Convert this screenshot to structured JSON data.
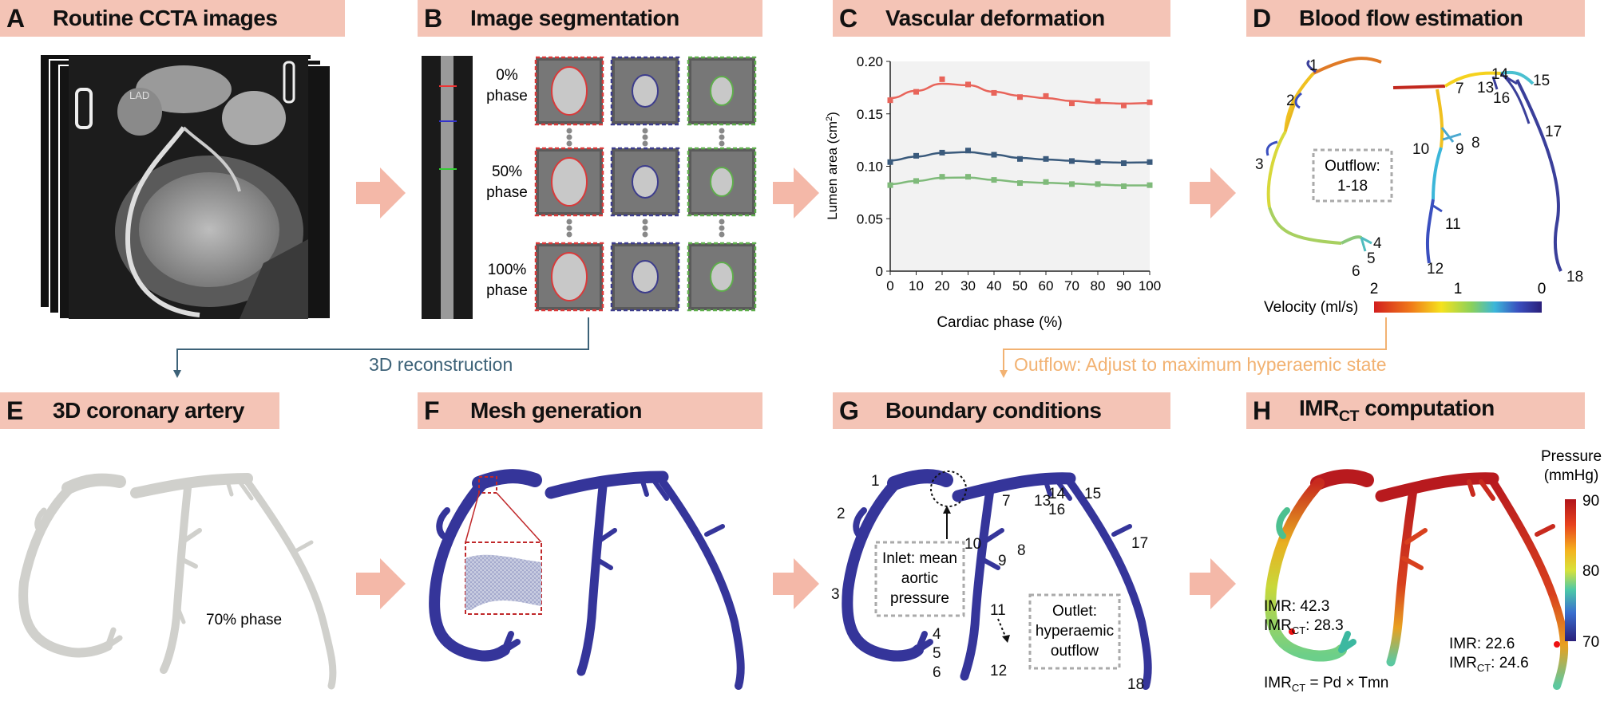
{
  "panels": {
    "A": {
      "letter": "A",
      "title": "Routine CCTA images",
      "lad": "LAD"
    },
    "B": {
      "letter": "B",
      "title": "Image segmentation",
      "phases": [
        "0%\nphase",
        "50%\nphase",
        "100%\nphase"
      ],
      "phase_lines": [
        [
          "0%",
          "phase"
        ],
        [
          "50%",
          "phase"
        ],
        [
          "100%",
          "phase"
        ]
      ]
    },
    "C": {
      "letter": "C",
      "title": "Vascular deformation"
    },
    "D": {
      "letter": "D",
      "title": "Blood flow estimation",
      "outflow_box": [
        "Outflow:",
        "1-18"
      ],
      "velocity_label": "Velocity (ml/s)",
      "velocity_ticks": [
        "2",
        "1",
        "0"
      ],
      "segments_left": [
        "1",
        "2",
        "3",
        "4",
        "5",
        "6"
      ],
      "segments_right": [
        "7",
        "8",
        "9",
        "10",
        "11",
        "12",
        "13",
        "14",
        "15",
        "16",
        "17",
        "18"
      ]
    },
    "E": {
      "letter": "E",
      "title": "3D coronary artery",
      "phase_label": "70% phase"
    },
    "F": {
      "letter": "F",
      "title": "Mesh generation"
    },
    "G": {
      "letter": "G",
      "title": "Boundary conditions",
      "inlet_box": [
        "Inlet: mean",
        "aortic",
        "pressure"
      ],
      "outlet_box": [
        "Outlet:",
        "hyperaemic",
        "outflow"
      ]
    },
    "H": {
      "letter": "H",
      "title_main": "IMR",
      "title_sub": "CT",
      "title_rest": " computation",
      "pressure_label": [
        "Pressure",
        "(mmHg)"
      ],
      "pressure_ticks": [
        "90",
        "80",
        "70"
      ],
      "left_imr": "IMR: 42.3",
      "left_imrct_main": "IMR",
      "left_imrct_sub": "CT",
      "left_imrct_val": ": 28.3",
      "right_imr": "IMR: 22.6",
      "right_imrct_main": "IMR",
      "right_imrct_sub": "CT",
      "right_imrct_val": ": 24.6",
      "formula_main": "IMR",
      "formula_sub": "CT",
      "formula_rest": " = Pd × Tmn"
    }
  },
  "connectors": {
    "reconstruction": "3D reconstruction",
    "outflow_adjust": "Outflow: Adjust to maximum hyperaemic state"
  },
  "colors": {
    "header_bg": "#f4c4b6",
    "arrow": "#f4b8a8",
    "red": "#e8534a",
    "blue": "#3a5a7c",
    "green": "#7fba7a",
    "mesh_blue": "#35359a",
    "seg_red": "#d93a3a",
    "seg_blue": "#3d3d8c",
    "seg_green": "#5fae4c",
    "teal_line": "#3d6278",
    "orange_line": "#f2b272"
  },
  "chart_data": {
    "type": "line",
    "title": "",
    "xlabel": "Cardiac phase (%)",
    "ylabel": "Lumen area (cm²)",
    "xlim": [
      0,
      100
    ],
    "ylim": [
      0,
      0.2
    ],
    "x_ticks": [
      "0",
      "10",
      "20",
      "30",
      "40",
      "50",
      "60",
      "70",
      "80",
      "90",
      "100"
    ],
    "y_ticks": [
      "0",
      "0.05",
      "0.10",
      "0.15",
      "0.20"
    ],
    "grid": false,
    "x": [
      0,
      10,
      20,
      30,
      40,
      50,
      60,
      70,
      80,
      90,
      100
    ],
    "series": [
      {
        "color": "#e8645a",
        "values": [
          0.163,
          0.171,
          0.183,
          0.178,
          0.17,
          0.166,
          0.167,
          0.16,
          0.162,
          0.158,
          0.161
        ]
      },
      {
        "color": "#3a5a7c",
        "values": [
          0.104,
          0.11,
          0.113,
          0.115,
          0.111,
          0.107,
          0.107,
          0.105,
          0.104,
          0.103,
          0.104
        ]
      },
      {
        "color": "#7fba7a",
        "values": [
          0.082,
          0.086,
          0.09,
          0.09,
          0.087,
          0.084,
          0.085,
          0.083,
          0.083,
          0.081,
          0.082
        ]
      }
    ]
  }
}
